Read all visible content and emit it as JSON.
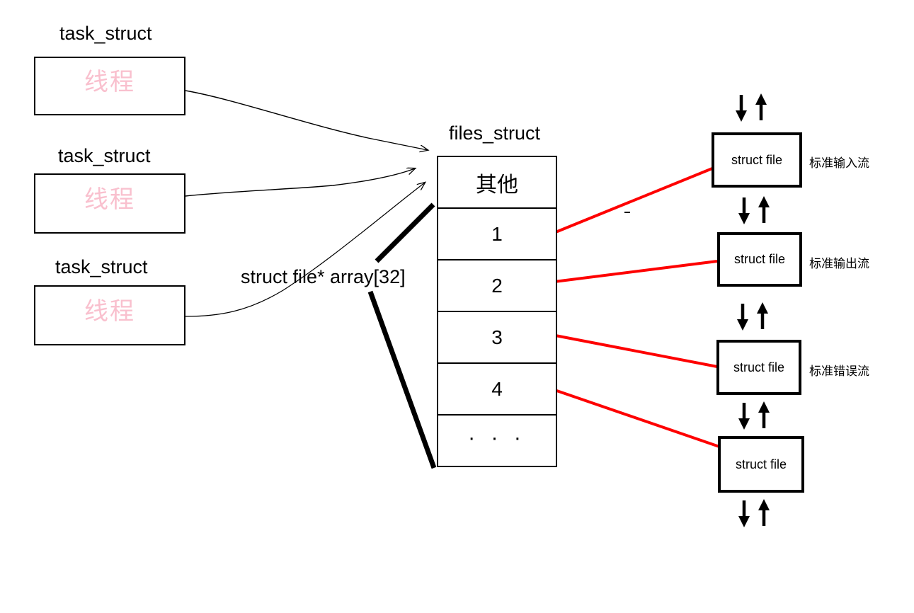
{
  "diagram": {
    "title_task_struct": "task_struct",
    "title_files_struct": "files_struct",
    "array_label": "struct file* array[32]",
    "colors": {
      "thread_text": "#f9c0ce",
      "connector_red": "#fe0000",
      "outline_black": "#000000",
      "background": "#ffffff"
    }
  },
  "task_structs": [
    {
      "title": "task_struct",
      "body": "线程"
    },
    {
      "title": "task_struct",
      "body": "线程"
    },
    {
      "title": "task_struct",
      "body": "线程"
    }
  ],
  "files_struct": {
    "title": "files_struct",
    "rows": [
      {
        "label": "其他",
        "kind": "other"
      },
      {
        "label": "1",
        "kind": "index"
      },
      {
        "label": "2",
        "kind": "index"
      },
      {
        "label": "3",
        "kind": "index"
      },
      {
        "label": "4",
        "kind": "index"
      },
      {
        "label": "· · ·",
        "kind": "ellipsis"
      }
    ]
  },
  "struct_files": [
    {
      "label": "struct file",
      "stream": "标准输入流"
    },
    {
      "label": "struct file",
      "stream": "标准输出流"
    },
    {
      "label": "struct file",
      "stream": "标准错误流"
    },
    {
      "label": "struct file",
      "stream": ""
    }
  ],
  "arrow_glyphs": {
    "down": "↓",
    "up": "↑"
  }
}
